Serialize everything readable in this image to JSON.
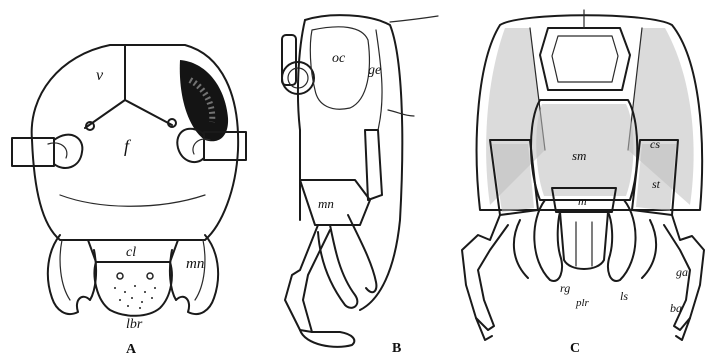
{
  "panels": [
    {
      "id": "A",
      "caption": "A",
      "labels": [
        {
          "key": "v",
          "text": "v"
        },
        {
          "key": "f",
          "text": "f"
        },
        {
          "key": "cl",
          "text": "cl"
        },
        {
          "key": "md",
          "text": "mn"
        },
        {
          "key": "lbr",
          "text": "lbr"
        }
      ]
    },
    {
      "id": "B",
      "caption": "B",
      "labels": [
        {
          "key": "oc",
          "text": "oc"
        },
        {
          "key": "ge",
          "text": "ge"
        },
        {
          "key": "mn",
          "text": "mn"
        }
      ]
    },
    {
      "id": "C",
      "caption": "C",
      "labels": [
        {
          "key": "sm",
          "text": "sm"
        },
        {
          "key": "m",
          "text": "m"
        },
        {
          "key": "st",
          "text": "st"
        },
        {
          "key": "cs",
          "text": "cs"
        },
        {
          "key": "rg",
          "text": "rg"
        },
        {
          "key": "plr",
          "text": "plr"
        },
        {
          "key": "ls",
          "text": "ls"
        },
        {
          "key": "ga",
          "text": "ga"
        },
        {
          "key": "ba",
          "text": "ba"
        }
      ]
    }
  ]
}
